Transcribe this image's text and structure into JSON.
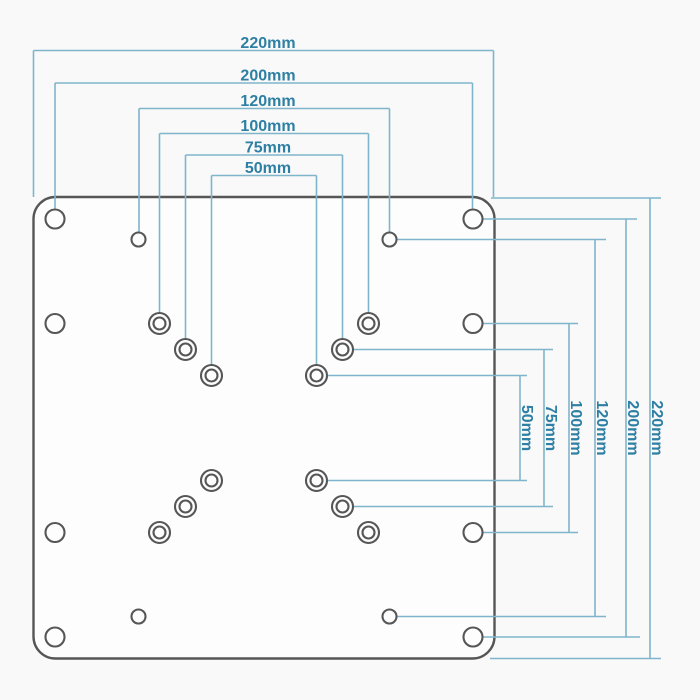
{
  "diagram": {
    "kind": "technical-dimension-drawing",
    "dimensions": {
      "horizontal": [
        {
          "label": "220mm",
          "value_mm": 220
        },
        {
          "label": "200mm",
          "value_mm": 200
        },
        {
          "label": "120mm",
          "value_mm": 120
        },
        {
          "label": "100mm",
          "value_mm": 100
        },
        {
          "label": "75mm",
          "value_mm": 75
        },
        {
          "label": "50mm",
          "value_mm": 50
        }
      ],
      "vertical": [
        {
          "label": "50mm",
          "value_mm": 50
        },
        {
          "label": "75mm",
          "value_mm": 75
        },
        {
          "label": "100mm",
          "value_mm": 100
        },
        {
          "label": "120mm",
          "value_mm": 120
        },
        {
          "label": "200mm",
          "value_mm": 200
        },
        {
          "label": "220mm",
          "value_mm": 220
        }
      ]
    },
    "colors": {
      "dimension_line": "#7fb5cb",
      "dimension_text": "#2d7fa3",
      "plate_outline": "#565656",
      "background": "#f9f9f9"
    }
  }
}
